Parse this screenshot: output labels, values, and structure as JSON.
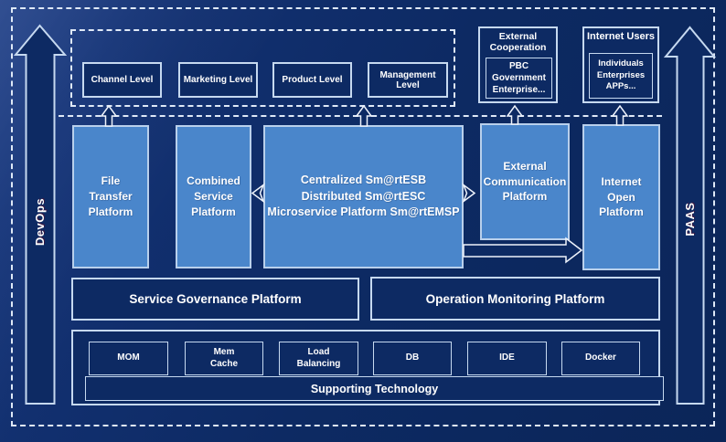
{
  "colors": {
    "background": "#0d2a63",
    "platform_blue": "#4a86cb",
    "border_light": "#c6d9f0",
    "dashed_line": "#dfe9f7",
    "text": "#ffffff"
  },
  "rails": {
    "left": "DevOps",
    "right": "PAAS"
  },
  "levels": {
    "items": [
      "Channel Level",
      "Marketing Level",
      "Product Level",
      "Management Level"
    ]
  },
  "external_cooperation": {
    "title": "External\nCooperation",
    "members": "PBC Government\nEnterprise..."
  },
  "internet_users": {
    "title": "Internet Users",
    "members": "Individuals\nEnterprises\nAPPs..."
  },
  "platforms": {
    "file_transfer": "File\nTransfer\nPlatform",
    "combined_service": "Combined\nService\nPlatform",
    "central": "Centralized Sm@rtESB\nDistributed Sm@rtESC\nMicroservice Platform Sm@rtEMSP",
    "external_communication": "External\nCommunication\nPlatform",
    "internet_open": "Internet\nOpen\nPlatform"
  },
  "governance": {
    "service_governance": "Service Governance Platform",
    "operation_monitoring": "Operation Monitoring Platform"
  },
  "supporting": {
    "title": "Supporting Technology",
    "items": [
      "MOM",
      "Mem\nCache",
      "Load\nBalancing",
      "DB",
      "IDE",
      "Docker"
    ]
  }
}
